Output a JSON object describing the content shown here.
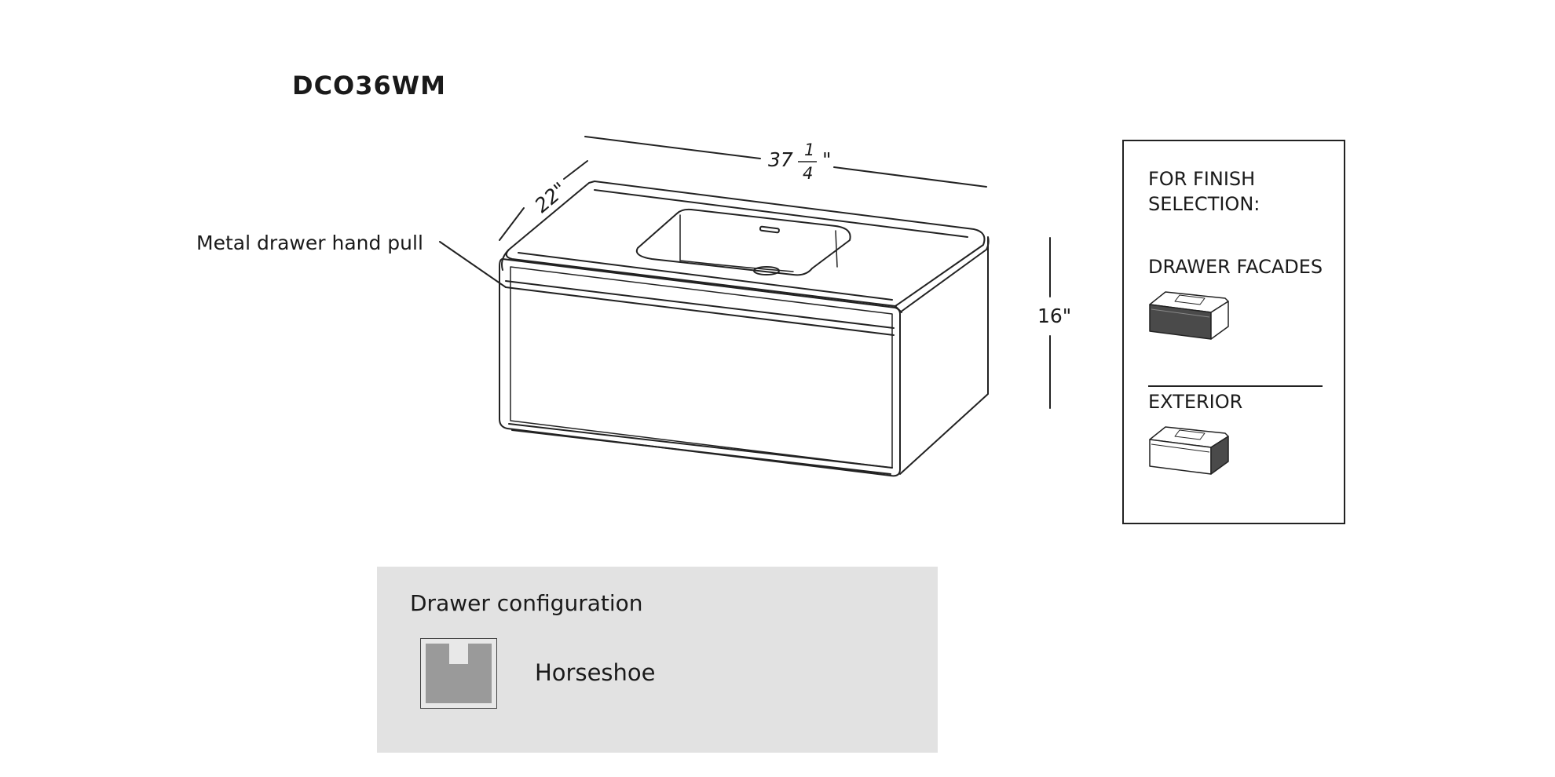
{
  "model_code": "DCO36WM",
  "dimensions": {
    "width_whole": "37",
    "width_fraction_numerator": "1",
    "width_fraction_denominator": "4",
    "width_unit": "\"",
    "depth": "22\"",
    "height": "16\""
  },
  "callout": {
    "hand_pull": "Metal drawer hand pull"
  },
  "finish_panel": {
    "heading": "FOR FINISH SELECTION:",
    "drawer_facades": "DRAWER FACADES",
    "exterior": "EXTERIOR"
  },
  "drawer_configuration": {
    "title": "Drawer configuration",
    "option_name": "Horseshoe",
    "icon": "horseshoe-drawer-icon"
  },
  "colors": {
    "line": "#222222",
    "panel_fill": "#e2e2e2",
    "drawer_gray": "#9a9a9a",
    "dark_facade": "#4a4a4a"
  }
}
